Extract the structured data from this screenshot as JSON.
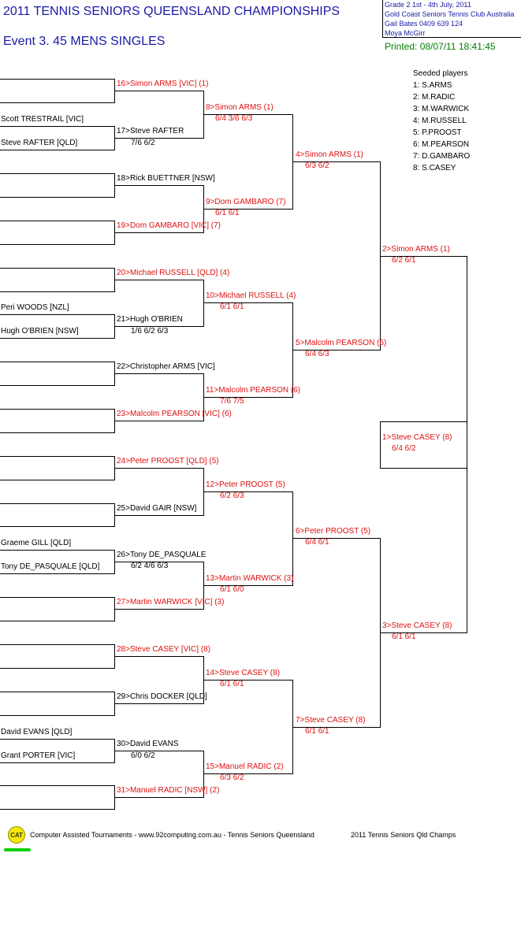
{
  "header": {
    "title": "2011 TENNIS SENIORS QUEENSLAND CHAMPIONSHIPS",
    "event": "Event 3. 45  MENS SINGLES",
    "info": [
      "Grade 2    1st - 4th July, 2011",
      "Gold Coast Seniors Tennis Club    Australia",
      "Gail Bates    0409 639 124",
      "Moya McGirr"
    ],
    "printed": "Printed: 08/07/11 18:41:45"
  },
  "seeds": {
    "heading": "Seeded players",
    "list": [
      "1: S.ARMS",
      "2: M.RADIC",
      "3: M.WARWICK",
      "4: M.RUSSELL",
      "5: P.PROOST",
      "6: M.PEARSON",
      "7: D.GAMBARO",
      "8: S.CASEY"
    ]
  },
  "round1": [
    {
      "label": "Scott TRESTRAIL [VIC]"
    },
    {
      "label": "Steve RAFTER [QLD]"
    },
    {
      "label": "Peri WOODS [NZL]"
    },
    {
      "label": "Hugh O'BRIEN [NSW]"
    },
    {
      "label": "Graeme GILL [QLD]"
    },
    {
      "label": "Tony DE_PASQUALE [QLD]"
    },
    {
      "label": "David EVANS [QLD]"
    },
    {
      "label": "Grant PORTER [VIC]"
    }
  ],
  "round2": [
    {
      "label": "16>Simon ARMS [VIC] (1)",
      "score": ""
    },
    {
      "label": "17>Steve RAFTER",
      "score": "7/6 6/2"
    },
    {
      "label": "18>Rick BUETTNER [NSW]",
      "score": ""
    },
    {
      "label": "19>Dom GAMBARO [VIC] (7)",
      "score": ""
    },
    {
      "label": "20>Michael RUSSELL [QLD] (4)",
      "score": ""
    },
    {
      "label": "21>Hugh O'BRIEN",
      "score": "1/6 6/2 6/3"
    },
    {
      "label": "22>Christopher ARMS [VIC]",
      "score": ""
    },
    {
      "label": "23>Malcolm PEARSON [VIC] (6)",
      "score": ""
    },
    {
      "label": "24>Peter PROOST [QLD] (5)",
      "score": ""
    },
    {
      "label": "25>David GAIR [NSW]",
      "score": ""
    },
    {
      "label": "26>Tony DE_PASQUALE",
      "score": "6/2 4/6 6/3"
    },
    {
      "label": "27>Martin WARWICK [VIC] (3)",
      "score": ""
    },
    {
      "label": "28>Steve CASEY [VIC] (8)",
      "score": ""
    },
    {
      "label": "29>Chris DOCKER [QLD]",
      "score": ""
    },
    {
      "label": "30>David EVANS",
      "score": "6/0 6/2"
    },
    {
      "label": "31>Manuel RADIC [NSW] (2)",
      "score": ""
    }
  ],
  "round3": [
    {
      "label": "8>Simon ARMS (1)",
      "score": "6/4 3/6 6/3"
    },
    {
      "label": "9>Dom GAMBARO (7)",
      "score": "6/1 6/1"
    },
    {
      "label": "10>Michael RUSSELL (4)",
      "score": "6/1 6/1"
    },
    {
      "label": "11>Malcolm PEARSON (6)",
      "score": "7/6 7/5"
    },
    {
      "label": "12>Peter PROOST (5)",
      "score": "6/2 6/3"
    },
    {
      "label": "13>Martin WARWICK (3)",
      "score": "6/1 6/0"
    },
    {
      "label": "14>Steve CASEY (8)",
      "score": "6/1 6/1"
    },
    {
      "label": "15>Manuel RADIC (2)",
      "score": "6/3 6/2"
    }
  ],
  "round4": [
    {
      "label": "4>Simon ARMS (1)",
      "score": "6/3 6/2"
    },
    {
      "label": "5>Malcolm PEARSON (6)",
      "score": "6/4 6/3"
    },
    {
      "label": "6>Peter PROOST (5)",
      "score": "6/4 6/1"
    },
    {
      "label": "7>Steve CASEY (8)",
      "score": "6/1 6/1"
    }
  ],
  "round5": [
    {
      "label": "2>Simon ARMS (1)",
      "score": "6/2 6/1"
    },
    {
      "label": "3>Steve CASEY (8)",
      "score": "6/1 6/1"
    }
  ],
  "final": {
    "label": "1>Steve CASEY (8)",
    "score": "6/4 6/2"
  },
  "footer": {
    "logo": "CAT",
    "text": "Computer Assisted Tournaments - www.92computing.com.au -  Tennis Seniors Queensland",
    "right": "2011 Tennis Seniors Qld Champs"
  }
}
